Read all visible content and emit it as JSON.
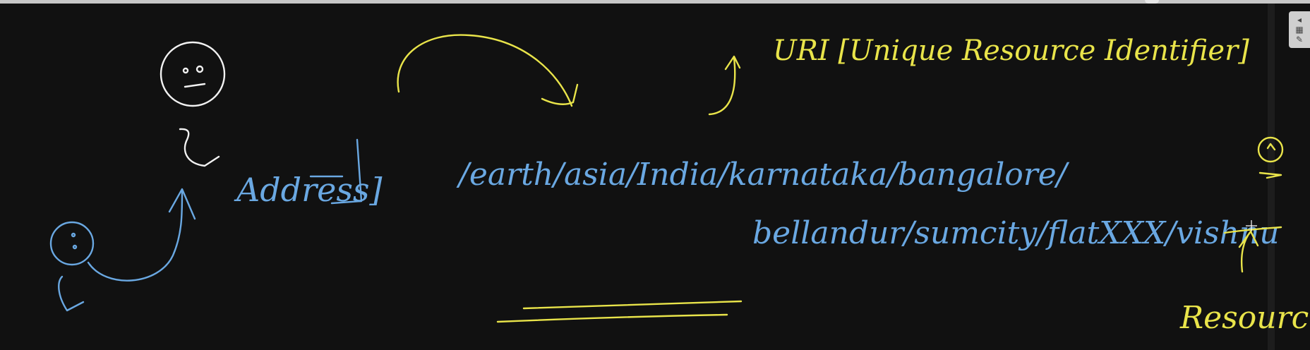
{
  "annotations": {
    "uri_label": "URI [Unique Resource Identifier]",
    "address_label": "Address]",
    "path_line1": "/earth/asia/India/karnataka/bangalore/",
    "path_line2": "bellandur/sumcity/flatXXX/vishnu",
    "resource_label": "Resource"
  },
  "colors": {
    "background": "#111111",
    "yellow_ink": "#e9e44a",
    "blue_ink": "#6aa8e2",
    "white_ink": "#f2f2f2"
  },
  "panel": {
    "icons": [
      "expand-icon",
      "grid-icon",
      "tools-icon"
    ]
  }
}
